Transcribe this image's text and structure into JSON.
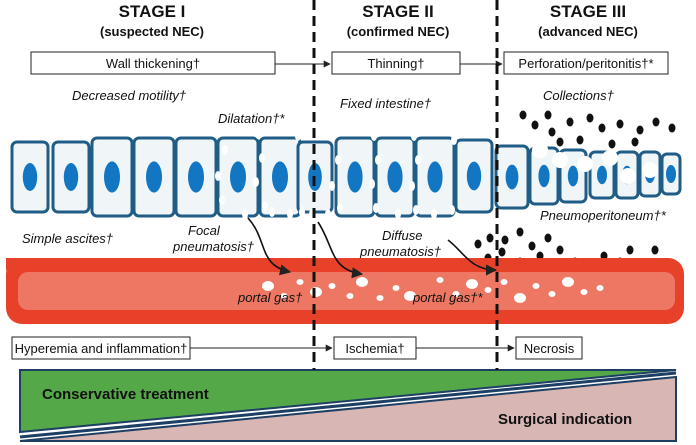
{
  "stages": [
    {
      "title": "STAGE I",
      "subtitle": "(suspected NEC)"
    },
    {
      "title": "STAGE II",
      "subtitle": "(confirmed NEC)"
    },
    {
      "title": "STAGE III",
      "subtitle": "(advanced NEC)"
    }
  ],
  "wall_boxes": [
    "Wall thickening†",
    "Thinning†",
    "Perforation/peritonitis†*"
  ],
  "labels": {
    "decreased_motility": "Decreased motility†",
    "dilatation": "Dilatation†*",
    "fixed_intestine": "Fixed intestine†",
    "collections": "Collections†",
    "simple_ascites": "Simple ascites†",
    "focal_pneumatosis_1": "Focal",
    "focal_pneumatosis_2": "pneumatosis†",
    "diffuse_pneumatosis_1": "Diffuse",
    "diffuse_pneumatosis_2": "pneumatosis†",
    "pneumoperitoneum": "Pneumoperitoneum†*",
    "portal_gas_1": "portal gas†",
    "portal_gas_2": "portal gas†*"
  },
  "vessel_boxes": [
    "Hyperemia and inflammation†",
    "Ischemia†",
    "Necrosis"
  ],
  "treatment": {
    "conservative": "Conservative treatment",
    "surgical": "Surgical indication"
  },
  "colors": {
    "cell_border": "#1f5d87",
    "cell_fill": "#f0f5f8",
    "nucleus": "#1276c2",
    "vessel_outer": "#e8412a",
    "vessel_inner": "#ee7763",
    "green": "#55a848",
    "pink": "#d7b6b4",
    "navy": "#1c3f63"
  }
}
